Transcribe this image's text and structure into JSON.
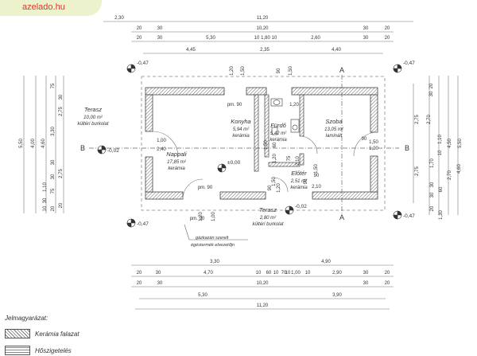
{
  "site": {
    "logo": "azelado.hu"
  },
  "rooms": [
    {
      "key": "terasz-left",
      "name": "Terasz",
      "area": "10,00 m²",
      "floor": "kültéri burkolat"
    },
    {
      "key": "konyha",
      "name": "Konyha",
      "area": "5,94 m²",
      "floor": "kerámia"
    },
    {
      "key": "furdo",
      "name": "Fürdő",
      "area": "5,42 m²",
      "floor": "kerámia"
    },
    {
      "key": "szoba",
      "name": "Szoba",
      "area": "13,05 m²",
      "floor": "laminált"
    },
    {
      "key": "nappali",
      "name": "Nappali",
      "area": "17,85 m²",
      "floor": "kerámia"
    },
    {
      "key": "eloter",
      "name": "Előtér",
      "area": "2,51 m²",
      "floor": "kerámia"
    },
    {
      "key": "terasz-bottom",
      "name": "Terasz",
      "area": "2,80 m²",
      "floor": "kültéri burkolat"
    }
  ],
  "levels": [
    "-0,47",
    "-0,47",
    "-0,02",
    "±0,00",
    "-0,02",
    "-0,47",
    "-0,47"
  ],
  "section_markers": [
    "A",
    "A",
    "B",
    "B"
  ],
  "annotations": {
    "gas_note_1": "gázkazán szerelt",
    "gas_note_2": "égéstermék elvezetőjn"
  },
  "opening_labels": [
    "pm. 90",
    "pm. 90",
    "pm. 90",
    "1,00",
    "2,40",
    "1,20",
    "1,50",
    "1,20",
    "1,50",
    "90",
    "1,50",
    "60",
    "1,20",
    "90",
    "2,10",
    "1,20",
    "1,00",
    "75",
    "2,10",
    "90",
    "1,20",
    "1,50",
    "90",
    "1,20",
    "1,50",
    "90",
    "1,50"
  ],
  "dims": {
    "top": {
      "row1": [
        "2,30",
        "11,20"
      ],
      "row2": [
        "20",
        "30",
        "10,20",
        "30",
        "20"
      ],
      "row3": [
        "20",
        "30",
        "5,30",
        "10",
        "1,80",
        "10",
        "2,60",
        "30",
        "20"
      ],
      "row4": [
        "4,45",
        "2,35",
        "4,40"
      ]
    },
    "bottom": {
      "row1": [
        "3,30",
        "4,90"
      ],
      "row2": [
        "20",
        "30",
        "4,70",
        "10",
        "60",
        "10",
        "70",
        "10",
        "1,00",
        "10",
        "2,90",
        "30",
        "20"
      ],
      "row3": [
        "20",
        "30",
        "10,20",
        "30",
        "20"
      ],
      "row4": [
        "5,30",
        "3,90"
      ],
      "row5": [
        "11,20"
      ]
    },
    "left": {
      "outer": [
        "5,50"
      ],
      "mid": [
        "4,00",
        "4,60"
      ],
      "inner": [
        "75",
        "30",
        "3,30",
        "2,75",
        "2,75",
        "30",
        "1,10",
        "30",
        "75",
        "20",
        "30",
        "20",
        "10"
      ]
    },
    "right": {
      "outer": [
        "5,50"
      ],
      "mid": [
        "2,75",
        "2,75",
        "4,50",
        "4,60"
      ],
      "inner": [
        "20",
        "30",
        "2,70",
        "1,10",
        "1,70",
        "10",
        "30",
        "60",
        "30",
        "20",
        "1,30",
        "2,70"
      ]
    }
  },
  "legend": {
    "title": "Jelmagyarázat:",
    "items": [
      "Kerámia falazat",
      "Hőszigetelés"
    ]
  }
}
